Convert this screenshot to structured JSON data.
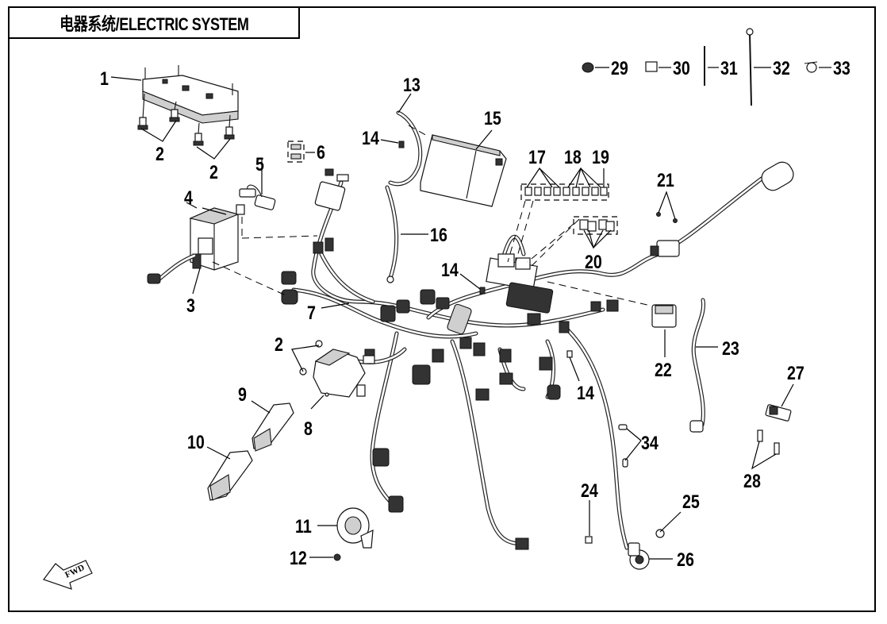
{
  "title": "电器系统/ELECTRIC SYSTEM",
  "orientation_marker": {
    "label": "FWD",
    "direction": "front-left"
  },
  "callouts": [
    {
      "id": "callout-1",
      "label": "1",
      "part": "fuse-relay-box"
    },
    {
      "id": "callout-2a",
      "label": "2",
      "part": "bolt"
    },
    {
      "id": "callout-2b",
      "label": "2",
      "part": "bolt"
    },
    {
      "id": "callout-2c",
      "label": "2",
      "part": "bolt"
    },
    {
      "id": "callout-3",
      "label": "3",
      "part": "relay-assembly"
    },
    {
      "id": "callout-4",
      "label": "4",
      "part": "relay"
    },
    {
      "id": "callout-5",
      "label": "5",
      "part": "sensor"
    },
    {
      "id": "callout-6",
      "label": "6",
      "part": "clip"
    },
    {
      "id": "callout-7",
      "label": "7",
      "part": "main-wiring-harness"
    },
    {
      "id": "callout-8",
      "label": "8",
      "part": "ecu"
    },
    {
      "id": "callout-9",
      "label": "9",
      "part": "connector-cover"
    },
    {
      "id": "callout-10",
      "label": "10",
      "part": "connector-cover"
    },
    {
      "id": "callout-11",
      "label": "11",
      "part": "horn"
    },
    {
      "id": "callout-12",
      "label": "12",
      "part": "nut"
    },
    {
      "id": "callout-13",
      "label": "13",
      "part": "battery-cable-positive"
    },
    {
      "id": "callout-14a",
      "label": "14",
      "part": "bolt"
    },
    {
      "id": "callout-14b",
      "label": "14",
      "part": "bolt"
    },
    {
      "id": "callout-14c",
      "label": "14",
      "part": "bolt"
    },
    {
      "id": "callout-15",
      "label": "15",
      "part": "battery"
    },
    {
      "id": "callout-16",
      "label": "16",
      "part": "battery-cable-negative"
    },
    {
      "id": "callout-17",
      "label": "17",
      "part": "fuse"
    },
    {
      "id": "callout-18",
      "label": "18",
      "part": "fuse"
    },
    {
      "id": "callout-19",
      "label": "19",
      "part": "fuse"
    },
    {
      "id": "callout-20",
      "label": "20",
      "part": "relay"
    },
    {
      "id": "callout-21",
      "label": "21",
      "part": "screw"
    },
    {
      "id": "callout-22",
      "label": "22",
      "part": "regulator"
    },
    {
      "id": "callout-23",
      "label": "23",
      "part": "ground-cable"
    },
    {
      "id": "callout-24",
      "label": "24",
      "part": "clamp"
    },
    {
      "id": "callout-25",
      "label": "25",
      "part": "nut"
    },
    {
      "id": "callout-26",
      "label": "26",
      "part": "starter-solenoid"
    },
    {
      "id": "callout-27",
      "label": "27",
      "part": "switch"
    },
    {
      "id": "callout-28",
      "label": "28",
      "part": "screw"
    },
    {
      "id": "callout-29",
      "label": "29",
      "part": "grommet"
    },
    {
      "id": "callout-30",
      "label": "30",
      "part": "pad"
    },
    {
      "id": "callout-31",
      "label": "31",
      "part": "cable-tie"
    },
    {
      "id": "callout-32",
      "label": "32",
      "part": "cable-tie"
    },
    {
      "id": "callout-33",
      "label": "33",
      "part": "clip"
    },
    {
      "id": "callout-34",
      "label": "34",
      "part": "connector-cap"
    }
  ]
}
